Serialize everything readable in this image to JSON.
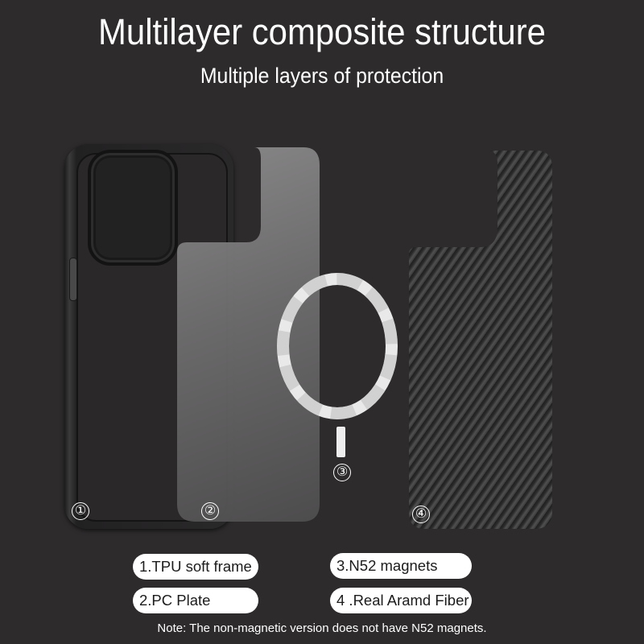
{
  "header": {
    "title": "Multilayer composite structure",
    "subtitle": "Multiple layers of protection"
  },
  "layers": [
    {
      "number": "①",
      "label": "1.TPU soft frame",
      "part": "TPU frame"
    },
    {
      "number": "②",
      "label": "2.PC  Plate",
      "part": "PC plate"
    },
    {
      "number": "③",
      "label": "3.N52 magnets",
      "part": "Magnet ring"
    },
    {
      "number": "④",
      "label": "4 .Real Aramd Fiber",
      "part": "Aramid fiber plate"
    }
  ],
  "note": "Note: The non-magnetic version does not have N52 magnets.",
  "colors": {
    "background": "#2d2b2c",
    "text": "#ffffff",
    "pill_background": "#ffffff",
    "pill_text": "#1c1c1c"
  }
}
